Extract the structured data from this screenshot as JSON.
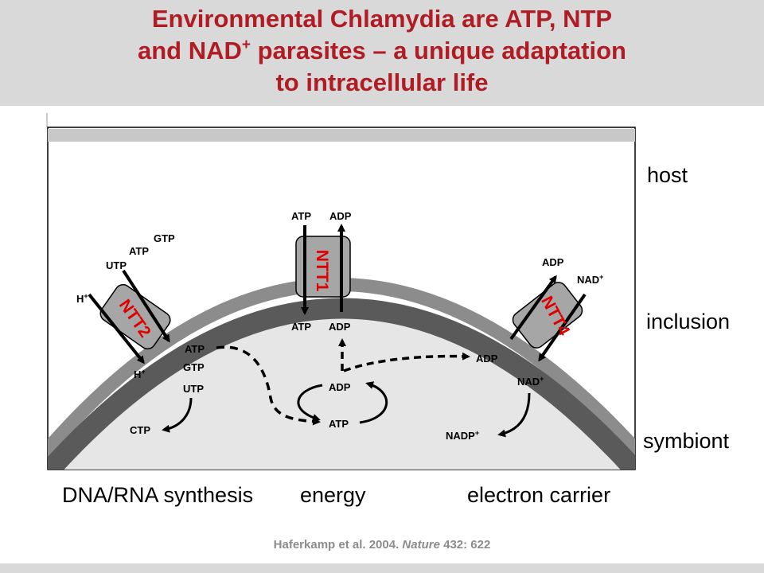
{
  "title": {
    "line1": "Environmental Chlamydia are ATP, NTP",
    "line2_pre": "and NAD",
    "line2_sup": "+",
    "line2_post": " parasites – a unique adaptation",
    "line3": "to intracellular life"
  },
  "zones": {
    "host": "host",
    "inclusion": "inclusion",
    "symbiont": "symbiont"
  },
  "categories": {
    "dna_rna": "DNA/RNA synthesis",
    "energy": "energy",
    "electron": "electron carrier"
  },
  "transporters": {
    "ntt1": "NTT1",
    "ntt2": "NTT2",
    "ntt4": "NTT4"
  },
  "ntt2": {
    "gtp_out": "GTP",
    "atp_out": "ATP",
    "utp_out": "UTP",
    "h_out": "H",
    "h_in": "H",
    "atp_in": "ATP",
    "gtp_in": "GTP",
    "utp_in": "UTP",
    "ctp": "CTP",
    "plus": "+"
  },
  "ntt1": {
    "atp_out": "ATP",
    "adp_out": "ADP",
    "atp_in": "ATP",
    "adp_in": "ADP"
  },
  "energy_cycle": {
    "adp": "ADP",
    "atp": "ATP"
  },
  "ntt4": {
    "adp_out": "ADP",
    "nad_out": "NAD",
    "adp_in": "ADP",
    "nad_in": "NAD",
    "nadp": "NADP",
    "plus": "+"
  },
  "citation": {
    "authors": "Haferkamp et al. 2004. ",
    "journal": "Nature",
    "ref": " 432: 622"
  },
  "colors": {
    "title_red": "#b01c24",
    "host_membrane": "#8c8c8c",
    "inclusion_membrane": "#595959",
    "transporter_label": "#e00000"
  }
}
